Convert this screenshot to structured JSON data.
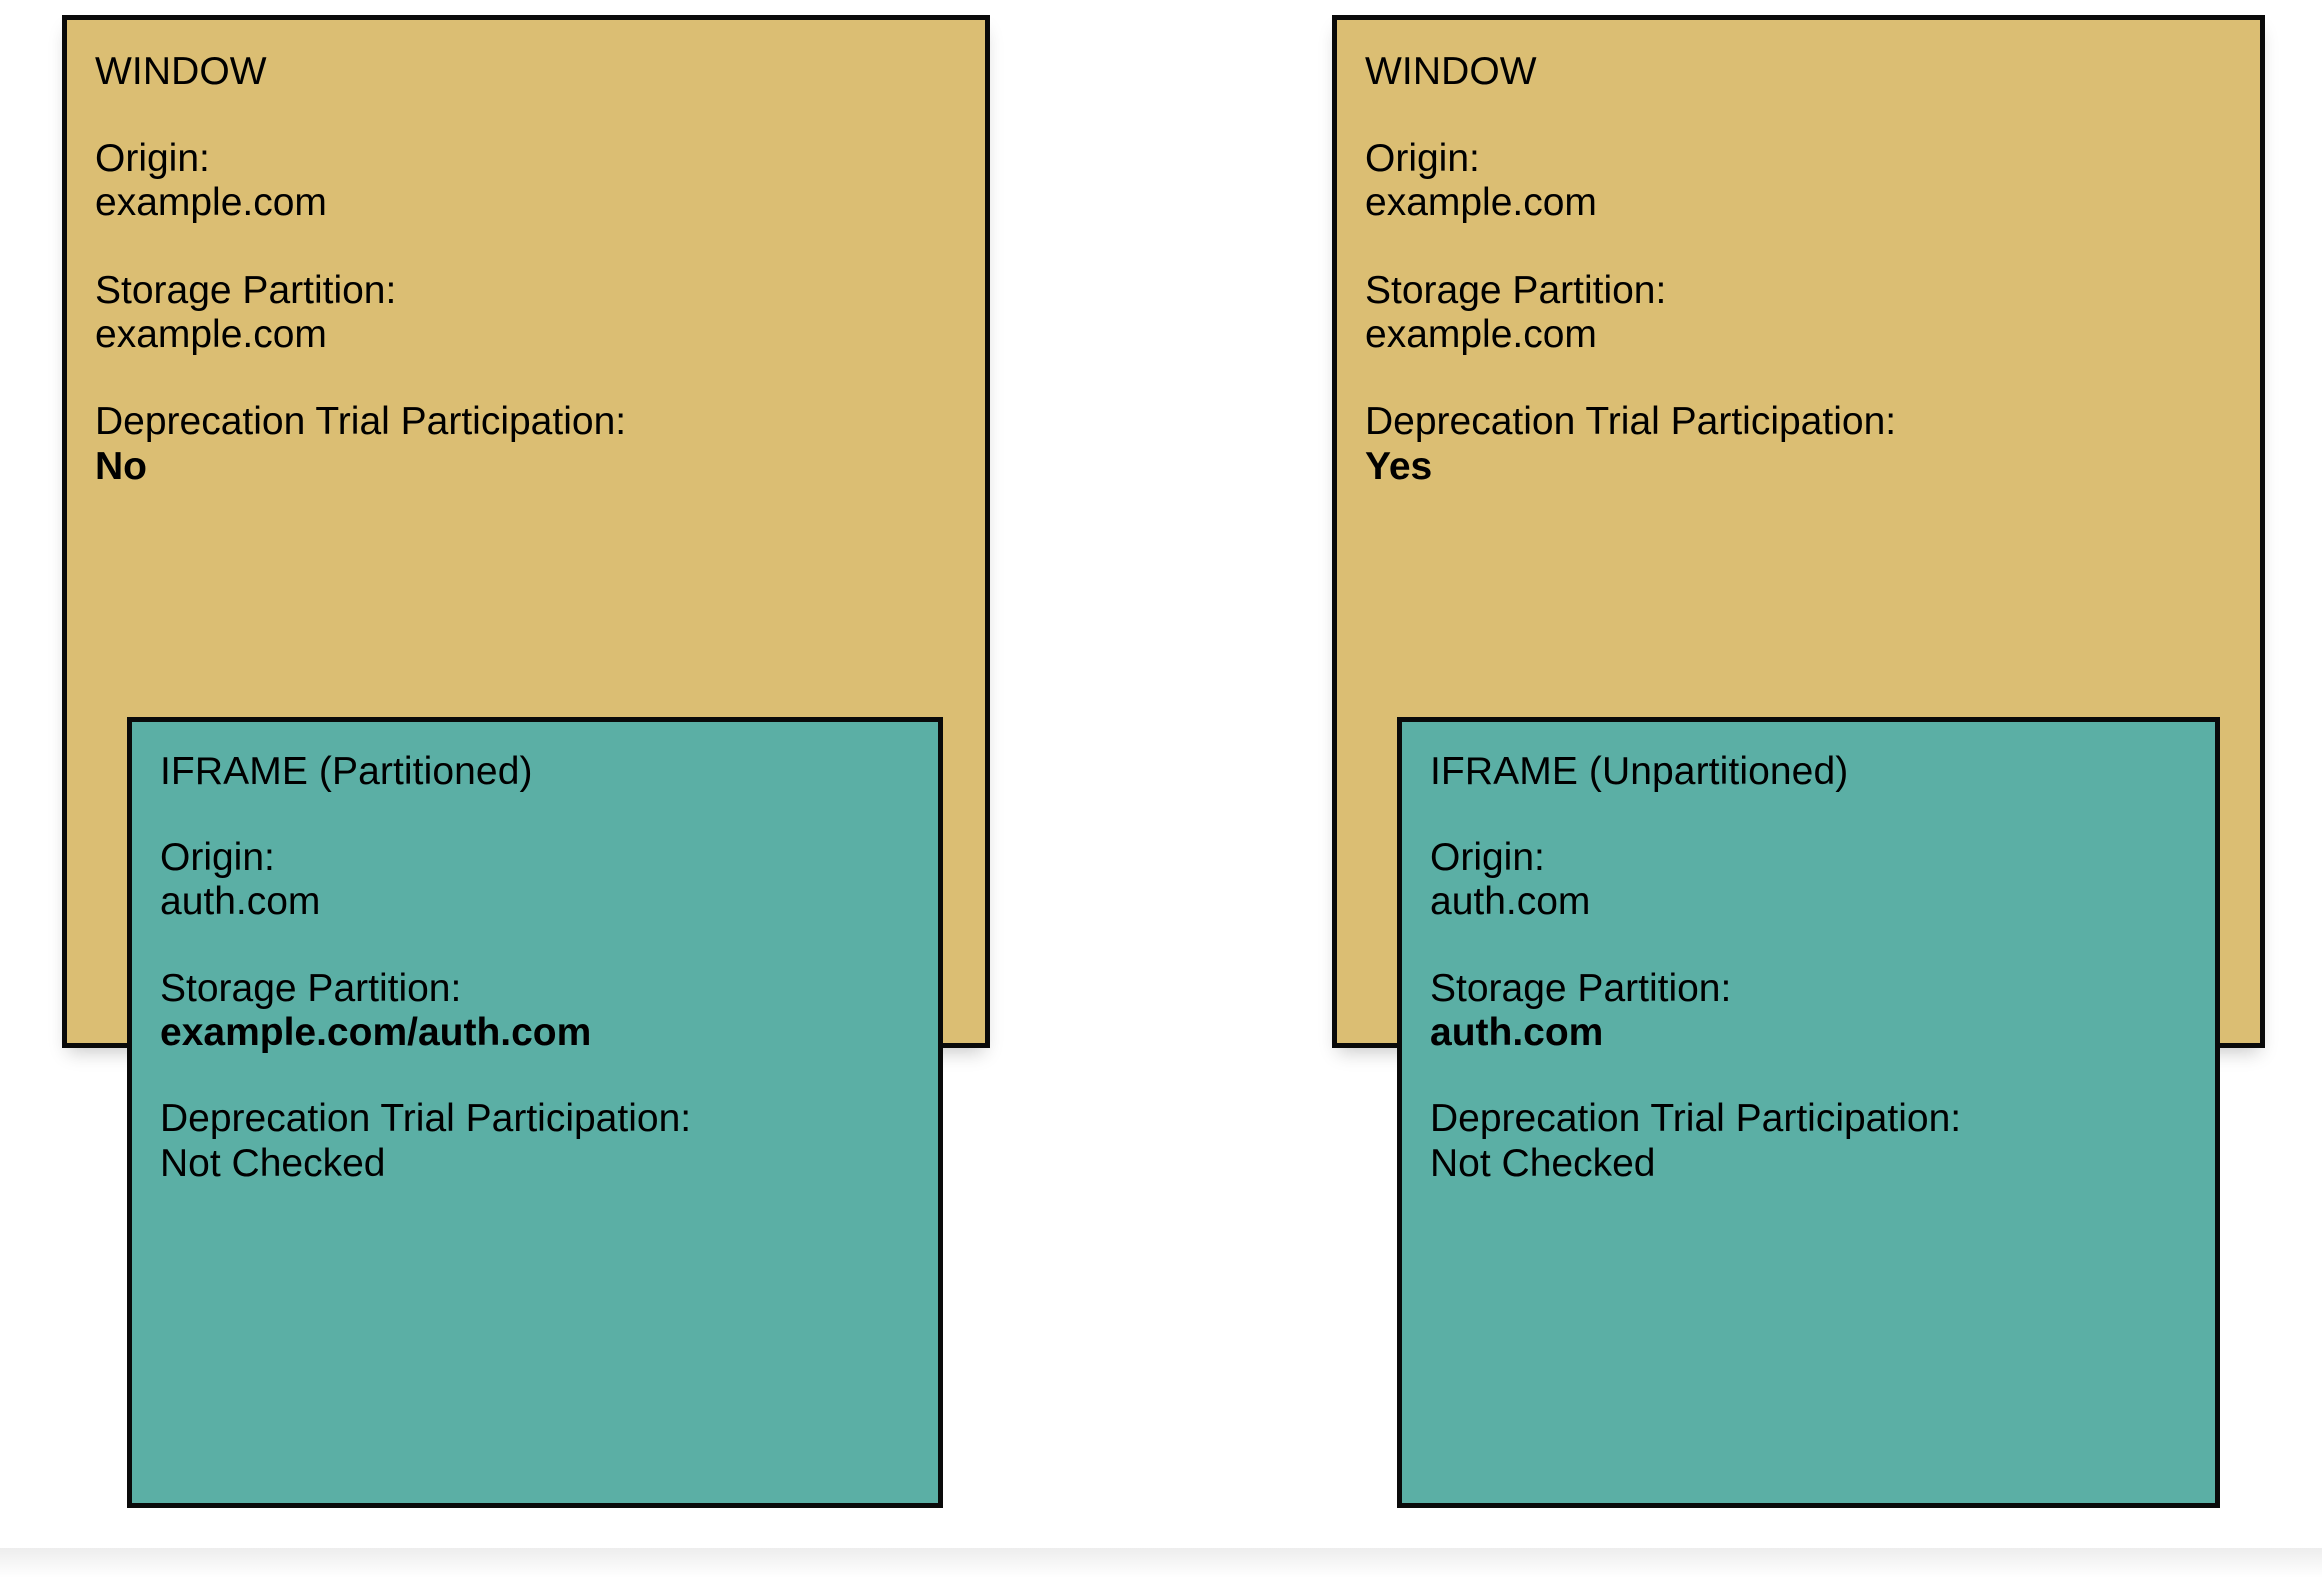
{
  "diagram": {
    "type": "storage-partitioning-comparison",
    "background_color": "#ffffff",
    "window_fill_color": "#dbbe73",
    "iframe_fill_color": "#5bafa5",
    "border_color": "#0a0a0a",
    "labels": {
      "origin": "Origin:",
      "storage_partition": "Storage Partition:",
      "deprecation_trial": "Deprecation Trial Participation:"
    }
  },
  "panels": [
    {
      "id": "left",
      "window": {
        "title": "WINDOW",
        "origin_label": "Origin:",
        "origin_value": "example.com",
        "storage_partition_label": "Storage Partition:",
        "storage_partition_value": "example.com",
        "deprecation_trial_label": "Deprecation Trial Participation:",
        "deprecation_trial_value": "No"
      },
      "iframe": {
        "title": "IFRAME (Partitioned)",
        "origin_label": "Origin:",
        "origin_value": "auth.com",
        "storage_partition_label": "Storage Partition:",
        "storage_partition_value": "example.com/auth.com",
        "deprecation_trial_label": "Deprecation Trial Participation:",
        "deprecation_trial_value": "Not Checked"
      }
    },
    {
      "id": "right",
      "window": {
        "title": "WINDOW",
        "origin_label": "Origin:",
        "origin_value": "example.com",
        "storage_partition_label": "Storage Partition:",
        "storage_partition_value": "example.com",
        "deprecation_trial_label": "Deprecation Trial Participation:",
        "deprecation_trial_value": "Yes"
      },
      "iframe": {
        "title": "IFRAME (Unpartitioned)",
        "origin_label": "Origin:",
        "origin_value": "auth.com",
        "storage_partition_label": "Storage Partition:",
        "storage_partition_value": "auth.com",
        "deprecation_trial_label": "Deprecation Trial Participation:",
        "deprecation_trial_value": "Not Checked"
      }
    }
  ]
}
